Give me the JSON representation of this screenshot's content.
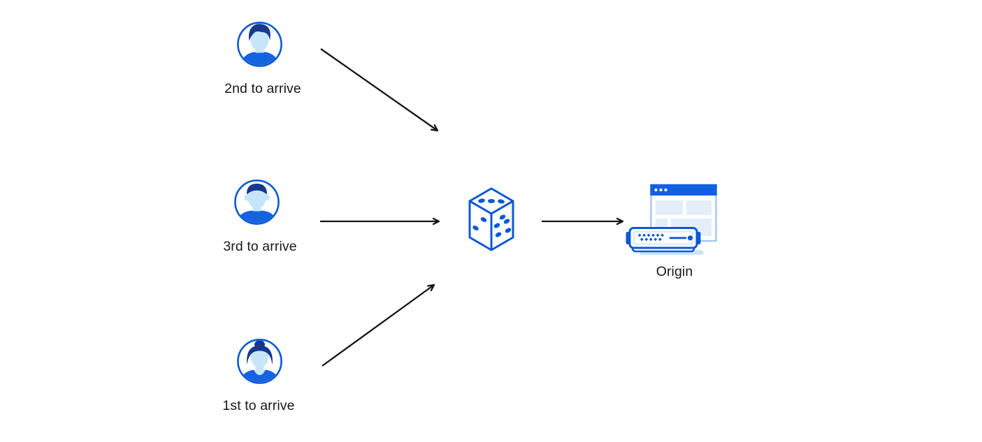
{
  "diagram": {
    "description": "Three clients arriving in different order are routed via a random selection (dice) to an origin server",
    "clients": [
      {
        "id": "second",
        "label": "2nd to arrive",
        "icon": "male-swept-hair-avatar-icon"
      },
      {
        "id": "third",
        "label": "3rd to arrive",
        "icon": "male-short-hair-avatar-icon"
      },
      {
        "id": "first",
        "label": "1st to arrive",
        "icon": "female-bun-hair-avatar-icon"
      }
    ],
    "selector": {
      "icon": "dice-icon"
    },
    "origin": {
      "label": "Origin",
      "icon": "origin-server-icon"
    }
  },
  "palette": {
    "primary_blue": "#0c59d4",
    "shirt_blue": "#1563e0",
    "hair_navy": "#16388f",
    "skin_light_blue": "#c7e5f8",
    "window_header_blue": "#1160e0",
    "window_border_blue": "#a5c6ef",
    "panel_blue": "#e3eef9",
    "shadow_blue": "#cfe3f7",
    "arrow_black": "#141414",
    "label_text": "#17181a"
  }
}
